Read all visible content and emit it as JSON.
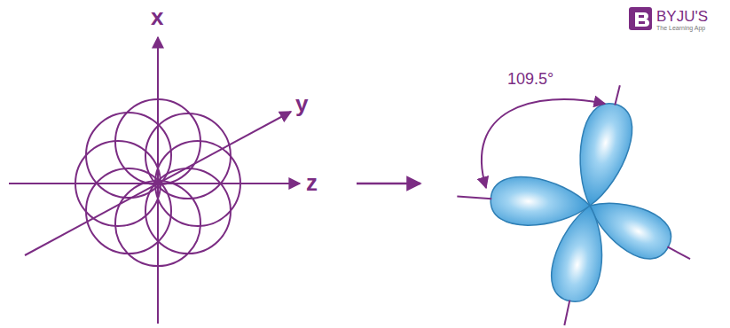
{
  "diagram": {
    "labels": [
      "x",
      "y",
      "z",
      "109.5°",
      "BYJU'S",
      "The Learning App"
    ]
  }
}
